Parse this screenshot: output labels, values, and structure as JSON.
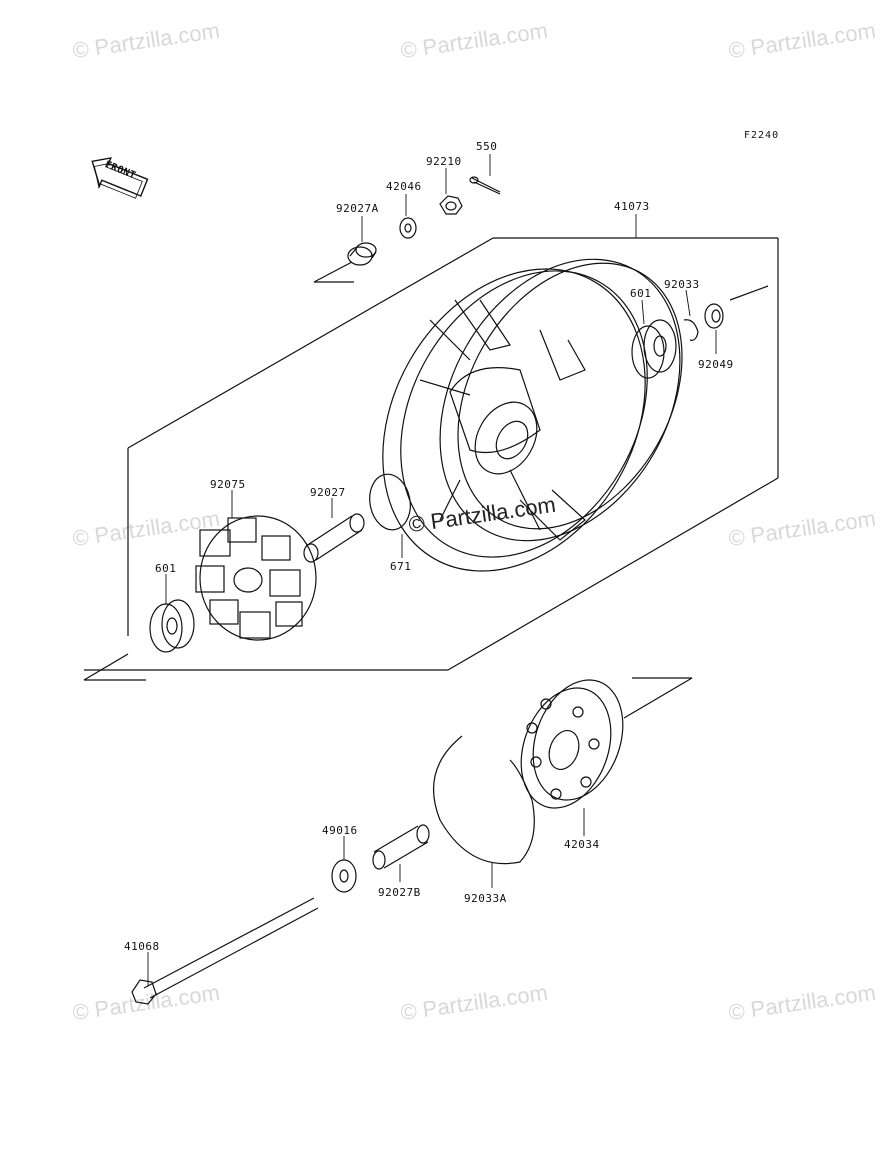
{
  "figure_code": "F2240",
  "front_label": "FRONT",
  "watermark": "© Partzilla.com",
  "watermark_center": "© Partzilla.com",
  "parts": {
    "p550": "550",
    "p92210": "92210",
    "p42046": "42046",
    "p92027A": "92027A",
    "p41073": "41073",
    "p601_top": "601",
    "p92033": "92033",
    "p92049": "92049",
    "p92075": "92075",
    "p92027": "92027",
    "p671": "671",
    "p601_left": "601",
    "p42034": "42034",
    "p49016": "49016",
    "p92027B": "92027B",
    "p92033A": "92033A",
    "p41068": "41068"
  }
}
